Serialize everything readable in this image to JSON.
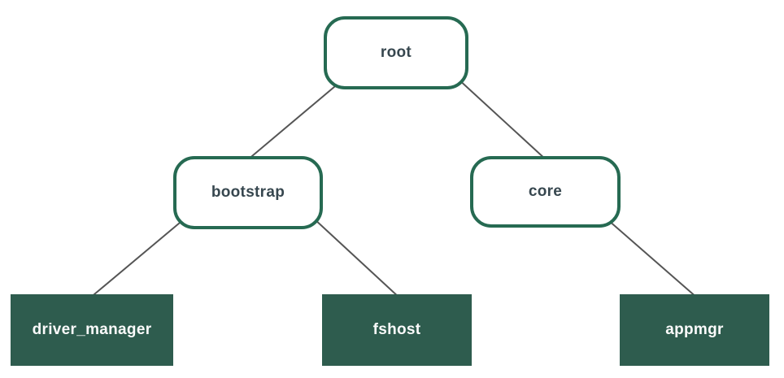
{
  "diagram": {
    "type": "tree",
    "nodes": {
      "root": {
        "label": "root",
        "style": "outlined"
      },
      "bootstrap": {
        "label": "bootstrap",
        "style": "outlined"
      },
      "core": {
        "label": "core",
        "style": "outlined"
      },
      "driver_manager": {
        "label": "driver_manager",
        "style": "filled"
      },
      "fshost": {
        "label": "fshost",
        "style": "filled"
      },
      "appmgr": {
        "label": "appmgr",
        "style": "filled"
      }
    },
    "edges": [
      {
        "from": "root",
        "to": "bootstrap"
      },
      {
        "from": "root",
        "to": "core"
      },
      {
        "from": "bootstrap",
        "to": "driver_manager"
      },
      {
        "from": "bootstrap",
        "to": "fshost"
      },
      {
        "from": "core",
        "to": "appmgr"
      }
    ],
    "colors": {
      "node_border_green": "#266a52",
      "node_fill_green": "#2e5c4e",
      "text_dark": "#37474f",
      "text_light": "#fbfbfb",
      "edge_gray": "#555555",
      "background": "#ffffff"
    }
  }
}
